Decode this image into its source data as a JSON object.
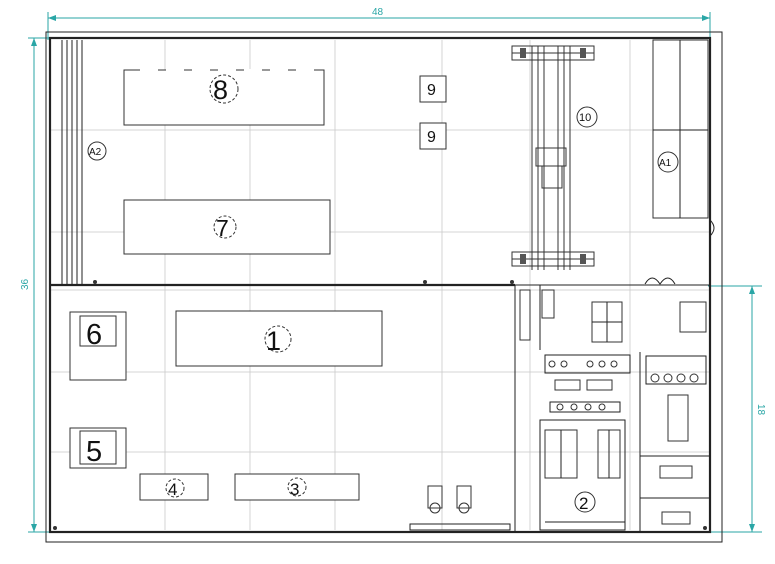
{
  "dimensions": {
    "width_label": "48",
    "height_label": "36",
    "side_label": "18"
  },
  "zones": {
    "z1": "1",
    "z2": "2",
    "z3": "3",
    "z4": "4",
    "z5": "5",
    "z6": "6",
    "z7": "7",
    "z8": "8",
    "z9a": "9",
    "z9b": "9",
    "z10": "10",
    "a1": "A1",
    "a2": "A2"
  },
  "colors": {
    "dimension": "#2aa6a6",
    "wall": "#222222",
    "grid": "#c9c9c9"
  }
}
